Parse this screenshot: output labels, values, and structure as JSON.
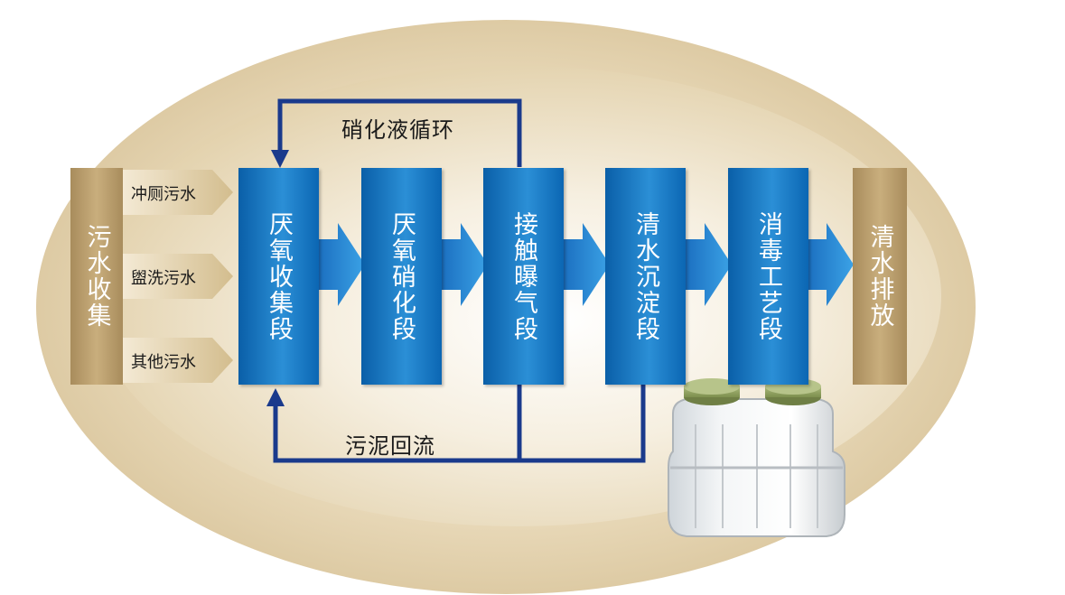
{
  "collection": {
    "label": "污水收集"
  },
  "sources": [
    {
      "label": "冲厕污水"
    },
    {
      "label": "盥洗污水"
    },
    {
      "label": "其他污水"
    }
  ],
  "stages": [
    {
      "label": "厌氧收集段"
    },
    {
      "label": "厌氧硝化段"
    },
    {
      "label": "接触曝气段"
    },
    {
      "label": "清水沉淀段"
    },
    {
      "label": "消毒工艺段"
    }
  ],
  "discharge": {
    "label": "清水排放"
  },
  "recycle": {
    "nitrification": "硝化液循环",
    "sludge": "污泥回流"
  },
  "colors": {
    "stage_blue": "#1a7ac7",
    "side_tan": "#b89d6a",
    "line_navy": "#1a3a8c",
    "ellipse_cream": "#efe3c8"
  },
  "icons": {
    "tank": "septic-tank-icon"
  }
}
